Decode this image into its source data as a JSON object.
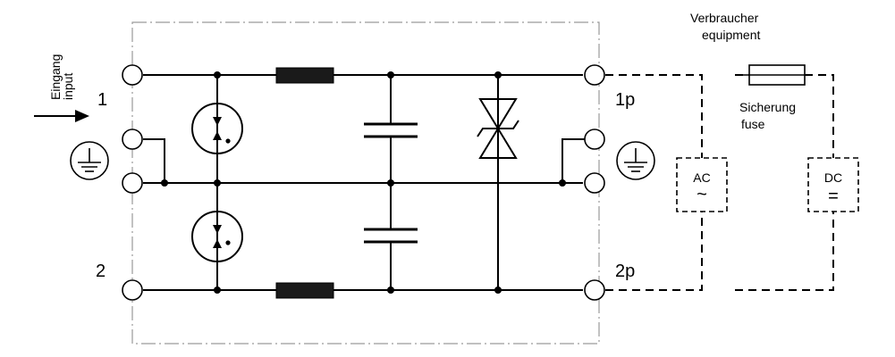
{
  "input_label": {
    "line1": "Eingang",
    "line2": "input"
  },
  "terminals": {
    "t1": "1",
    "t2": "2",
    "t1p": "1p",
    "t2p": "2p"
  },
  "equipment_label": {
    "line1": "Verbraucher",
    "line2": "equipment"
  },
  "fuse_label": {
    "line1": "Sicherung",
    "line2": "fuse"
  },
  "ac_load": {
    "text": "AC",
    "symbol": "~"
  },
  "dc_load": {
    "text": "DC",
    "symbol": "="
  }
}
